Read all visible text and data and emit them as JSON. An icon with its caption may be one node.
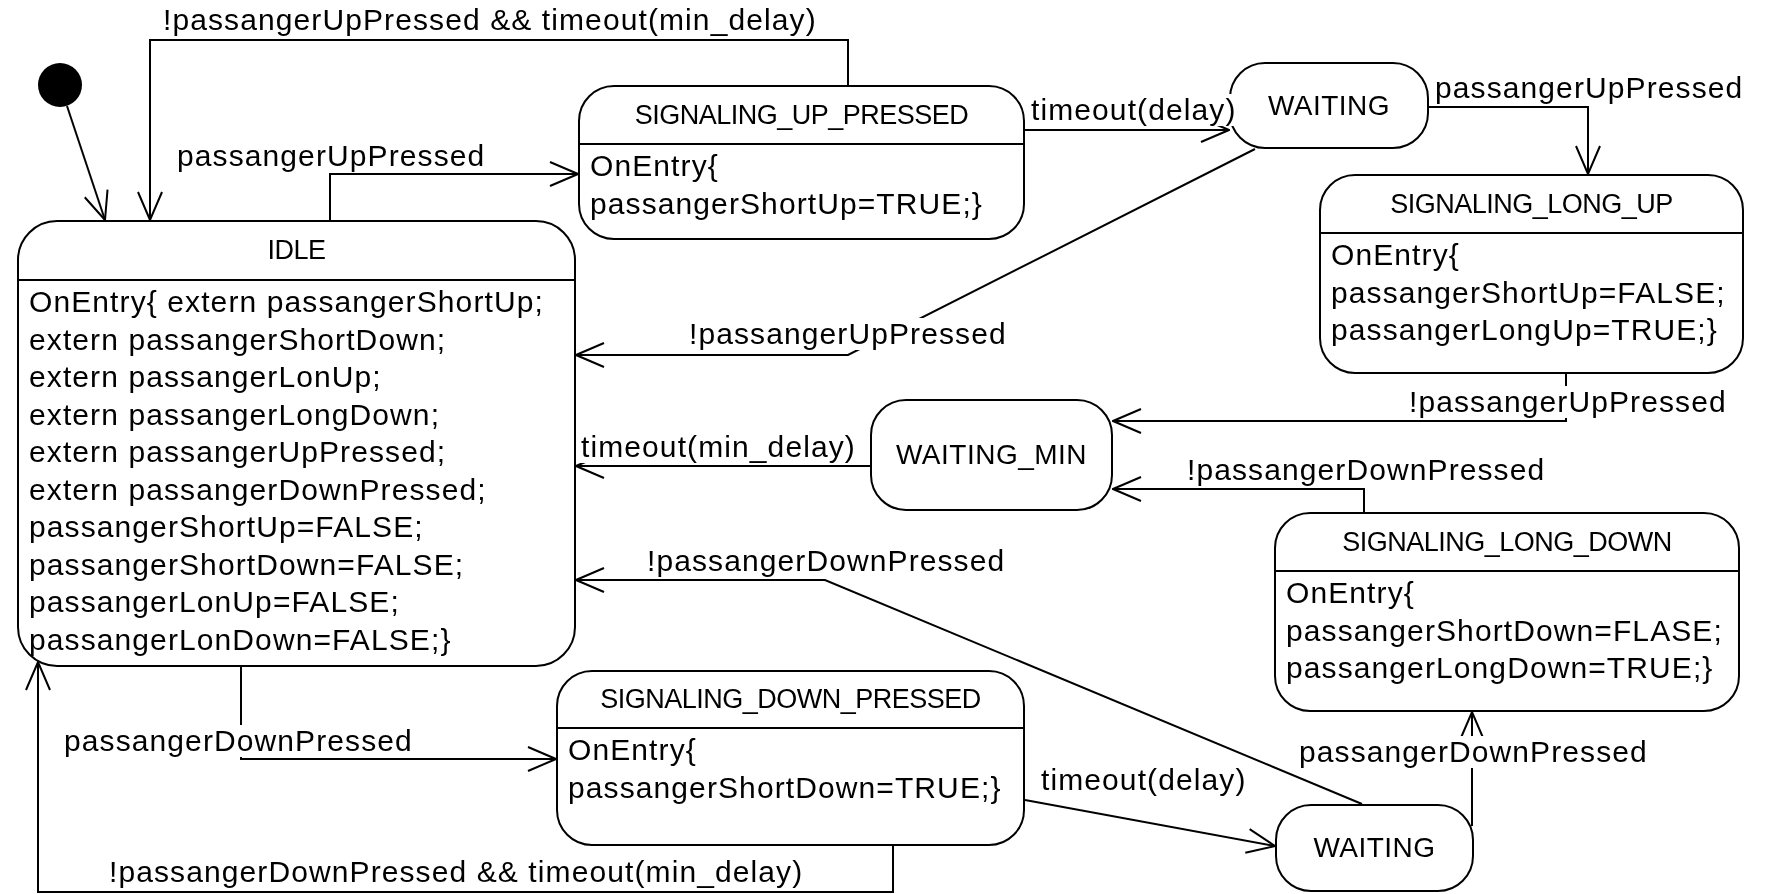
{
  "diagram": {
    "nodes": [
      {
        "text": [],
        "shape": "circle"
      },
      {
        "text": [
          "IDLE",
          "OnEntry{ extern passangerShortUp; extern passangerShortDown; extern passangerLonUp; extern passangerLongDown; extern passangerUpPressed; extern passangerDownPressed; passangerShortUp=FALSE; passangerShortDown=FALSE; passangerLonUp=FALSE; passangerLonDown=FALSE;}"
        ]
      },
      {
        "text": [
          "SIGNALING_UP_PRESSED",
          "OnEntry{ passangerShortUp=TRUE;}"
        ]
      },
      {
        "text": [
          "WAITING"
        ]
      },
      {
        "text": [
          "SIGNALING_LONG_UP",
          "OnEntry{ passangerShortUp=FALSE; passangerLongUp=TRUE;}"
        ]
      },
      {
        "text": [
          "WAITING_MIN"
        ]
      },
      {
        "text": [
          "SIGNALING_LONG_DOWN",
          "OnEntry{ passangerShortDown=FLASE; passangerLongDown=TRUE;}"
        ]
      },
      {
        "text": [
          "SIGNALING_DOWN_PRESSED",
          "OnEntry{ passangerShortDown=TRUE;}"
        ]
      },
      {
        "text": [
          "WAITING"
        ]
      }
    ],
    "edges": [
      {
        "from": 0,
        "to": 1,
        "arrow": "to"
      },
      {
        "from": 2,
        "to": 1,
        "arrow": "to",
        "label": "!passangerUpPressed && timeout(min_delay)"
      },
      {
        "from": 1,
        "to": 2,
        "arrow": "to",
        "label": "passangerUpPressed"
      },
      {
        "from": 2,
        "to": 3,
        "arrow": "to",
        "label": "timeout(delay)"
      },
      {
        "from": 3,
        "to": 4,
        "arrow": "to",
        "label": "passangerUpPressed"
      },
      {
        "from": 3,
        "to": 1,
        "arrow": "to",
        "label": "!passangerUpPressed"
      },
      {
        "from": 4,
        "to": 5,
        "arrow": "to",
        "label": "!passangerUpPressed"
      },
      {
        "from": 5,
        "to": 1,
        "arrow": "to",
        "label": "timeout(min_delay)"
      },
      {
        "from": 6,
        "to": 5,
        "arrow": "to",
        "label": "!passangerDownPressed"
      },
      {
        "from": 8,
        "to": 1,
        "arrow": "to",
        "label": "!passangerDownPressed"
      },
      {
        "from": 1,
        "to": 7,
        "arrow": "to",
        "label": "passangerDownPressed"
      },
      {
        "from": 7,
        "to": 8,
        "arrow": "to",
        "label": "timeout(delay)"
      },
      {
        "from": 8,
        "to": 6,
        "arrow": "to",
        "label": "passangerDownPressed"
      },
      {
        "from": 7,
        "to": 1,
        "arrow": "to",
        "label": "!passangerDownPressed && timeout(min_delay)"
      }
    ]
  }
}
